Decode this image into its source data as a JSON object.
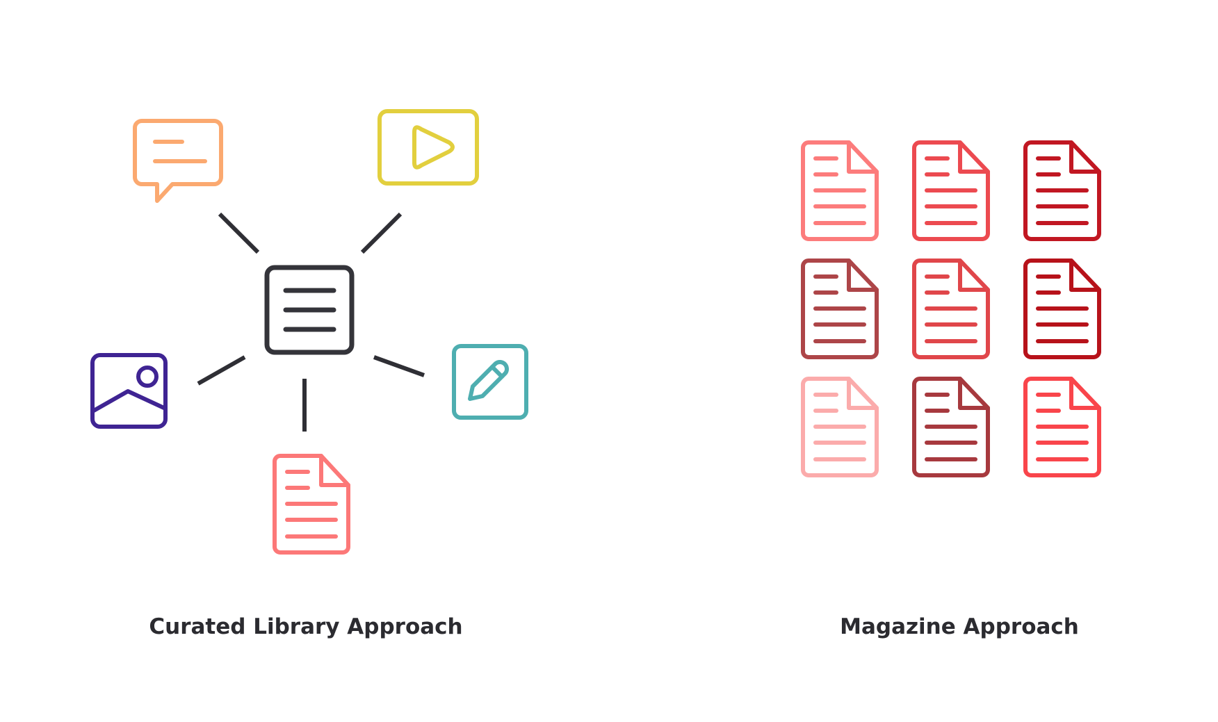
{
  "captions": {
    "curated": "Curated Library Approach",
    "magazine": "Magazine Approach"
  },
  "colors": {
    "hub": "#34343a",
    "connector": "#2f2f35",
    "chat": "#fba970",
    "video": "#e2cf3e",
    "image": "#3f2493",
    "edit": "#4eaeb0",
    "document": "#fc7878"
  },
  "curated": {
    "hub_icon": "document-lines-icon",
    "nodes": [
      {
        "icon": "chat-bubble-icon",
        "color_key": "chat"
      },
      {
        "icon": "play-video-icon",
        "color_key": "video"
      },
      {
        "icon": "image-icon",
        "color_key": "image"
      },
      {
        "icon": "pencil-edit-icon",
        "color_key": "edit"
      },
      {
        "icon": "document-icon",
        "color_key": "document"
      }
    ]
  },
  "magazine": {
    "icon": "document-icon",
    "rows": 3,
    "cols": 3,
    "colors": [
      "#fc7c7c",
      "#ec4a50",
      "#c11722",
      "#ad4548",
      "#e0464a",
      "#b7121a",
      "#fbabab",
      "#a7393e",
      "#f9454b"
    ]
  }
}
